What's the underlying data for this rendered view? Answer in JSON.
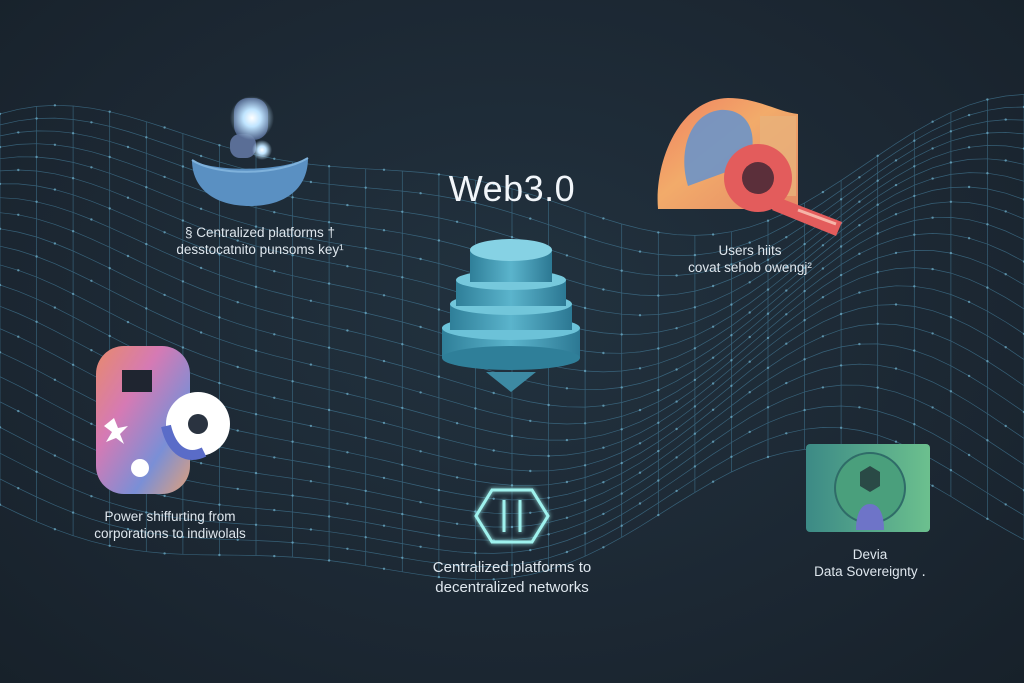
{
  "title": "Web3.0",
  "nodes": {
    "top_left": {
      "icon": "person-bowl-icon",
      "lines": [
        "§ Centralized platforms †",
        "desstocatnito punsoms key¹"
      ]
    },
    "top_right": {
      "icon": "user-magnifier-icon",
      "lines": [
        "Users hiits",
        "covat sehob owengj²"
      ]
    },
    "left": {
      "icon": "device-disc-icon",
      "lines": [
        "Power shiffurting from",
        "corporations to indiwolals"
      ]
    },
    "bottom_center": {
      "icon": "hexagon-link-icon",
      "lines": [
        "Centralized platforms to",
        "decentralized networks"
      ]
    },
    "right": {
      "icon": "data-sovereignty-card-icon",
      "lines": [
        "Devia",
        "Data Sovereignty ․"
      ]
    },
    "center": {
      "icon": "stacked-database-icon"
    }
  },
  "colors": {
    "background": "#1d2a36",
    "mesh": "#4d8fb0",
    "database": "#4aa3bd",
    "accent_red": "#e05a5a",
    "accent_orange": "#f0a55a",
    "accent_green": "#5fb58a"
  }
}
